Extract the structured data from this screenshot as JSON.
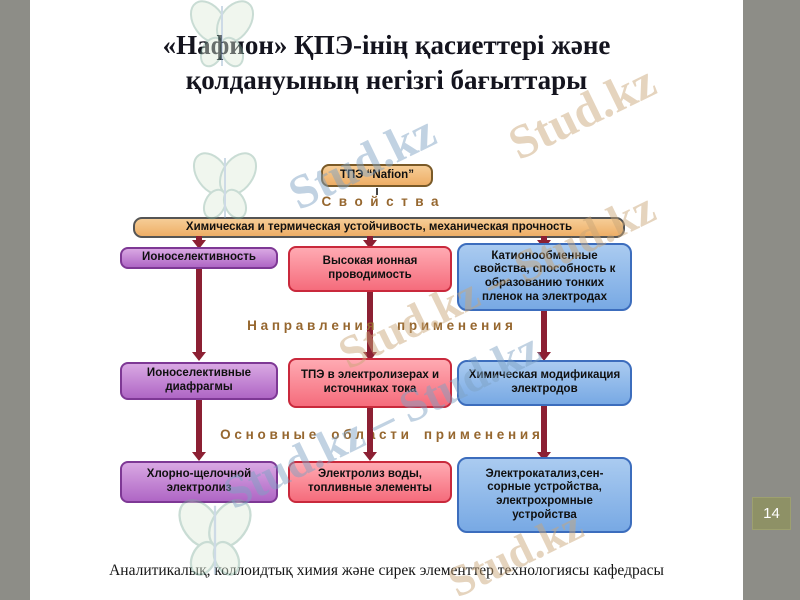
{
  "page": {
    "title_line1": "«Нафион» ҚПЭ-інің қасиеттері және",
    "title_line2": "қолдануының негізгі бағыттары",
    "footer": "Аналитикалық, коллоидтық химия және сирек элементтер технологиясы кафедрасы",
    "page_number": "14"
  },
  "watermark": {
    "single": "Stud.kz",
    "pair": "Stud.kz – Stud.kz"
  },
  "diagram": {
    "root_box": "ТПЭ “Nafion”",
    "banner": "Химическая и термическая устойчивость, механическая прочность",
    "sections": {
      "properties_label": "С  в  о  й  с  т  в  а",
      "directions_label": "Н а п р а в л е н и я      п р и м е н е н и я",
      "areas_label": "О с н о в н ы е    о б л а с т и    п р и м е н е н и я"
    },
    "columns": [
      {
        "theme": "purple",
        "property": "Ионоселективность",
        "direction": "Ионоселективные диафрагмы",
        "area": "Хлорно-щелочной электролиз"
      },
      {
        "theme": "red",
        "property": "Высокая ионная проводимость",
        "direction": "ТПЭ в электролизерах и источниках тока",
        "area": "Электролиз воды, топливные элементы"
      },
      {
        "theme": "blue",
        "property": "Катионообменные свойства, способность к образованию тонких пленок на электродах",
        "direction": "Химическая модификация электродов",
        "area": "Электрокатализ,сен-сорные устройства, электрохромные устройства"
      }
    ]
  },
  "colors": {
    "purple_border": "#7e3895",
    "red_border": "#c9293c",
    "blue_border": "#3c6dbd",
    "tan_fill": "#f1bc7f",
    "arrow": "#8c2033",
    "side_bar": "#8d8d87",
    "page_num_bg": "#8e9166"
  }
}
